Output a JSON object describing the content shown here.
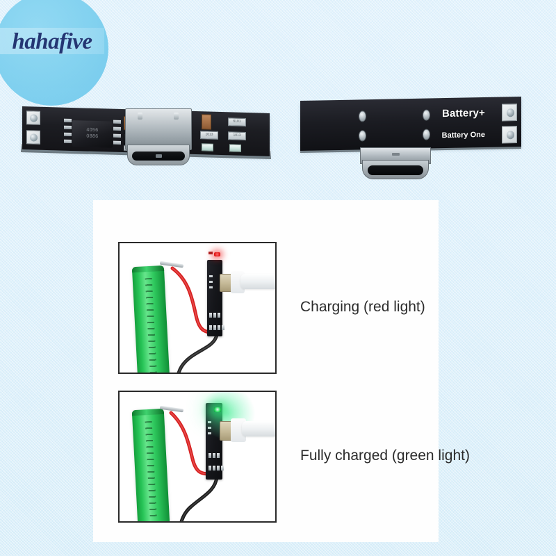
{
  "background": {
    "color": "#d9eefa",
    "panel_color": "#fefefe"
  },
  "watermark": {
    "brand": "hahafive",
    "shape": "circle",
    "circle_color": "#7ed0ef",
    "text_color": "#1d2f6e"
  },
  "products": {
    "front_board": {
      "name": "usb-c-charger-module-front",
      "ic_marking_line1": "4056",
      "ic_marking_line2": "0886",
      "components": [
        {
          "label": "1013",
          "type": "smd-resistor"
        },
        {
          "label": "6101",
          "type": "smd-resistor"
        },
        {
          "label": "1013",
          "type": "smd-resistor"
        }
      ],
      "connector": "USB Type-C",
      "pcb_color": "#1b1c22"
    },
    "back_board": {
      "name": "usb-c-charger-module-back",
      "silkscreen": {
        "battery_positive": "Battery+",
        "battery_negative": "Battery One"
      },
      "connector": "USB Type-C",
      "pcb_color": "#1b1c22"
    }
  },
  "demos": [
    {
      "caption": "Charging (red light)",
      "led_state": "red",
      "led_color": "#e01414",
      "battery_color": "#27c457",
      "wires": [
        "red",
        "black"
      ]
    },
    {
      "caption": "Fully charged (green light)",
      "led_state": "green",
      "led_color": "#2ee069",
      "battery_color": "#27c457",
      "wires": [
        "red",
        "black"
      ]
    }
  ]
}
